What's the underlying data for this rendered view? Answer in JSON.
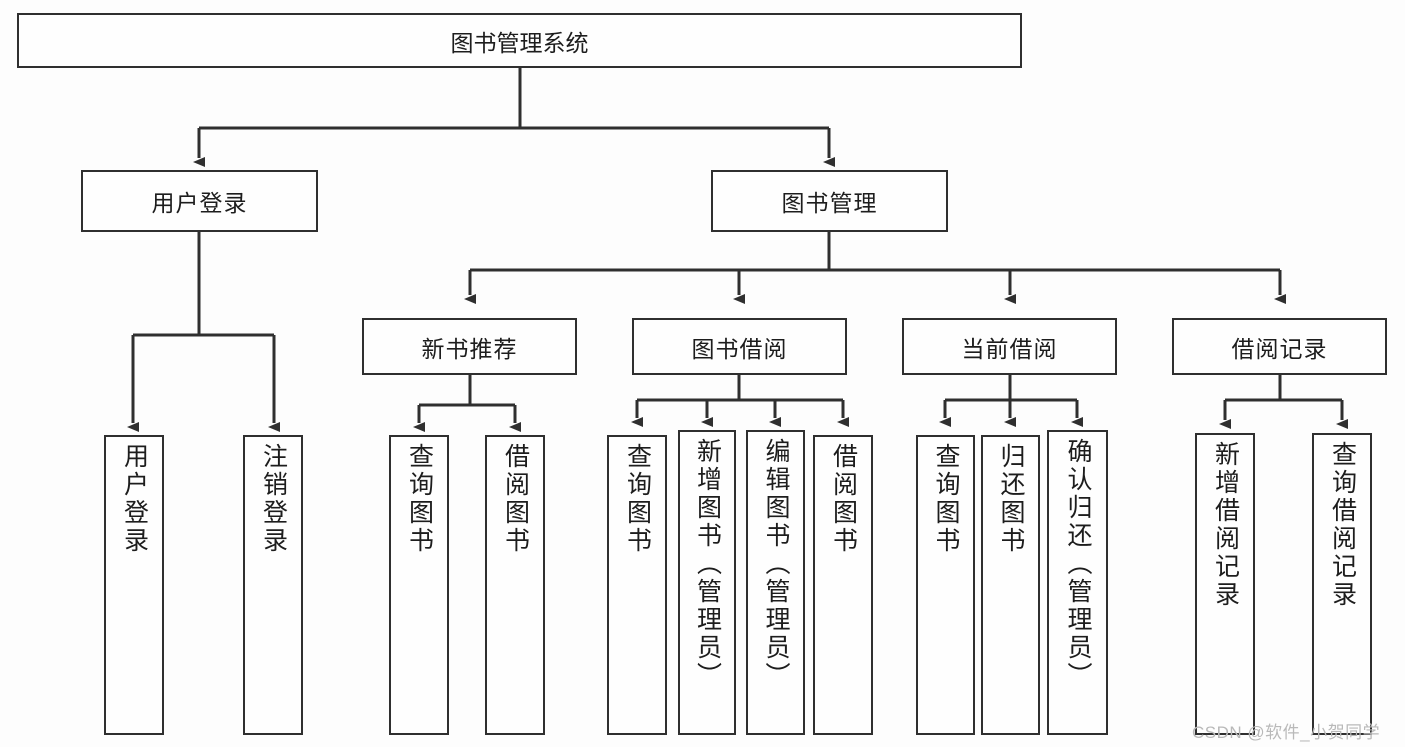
{
  "diagram": {
    "title": "图书管理系统",
    "type": "tree-hierarchy-diagram",
    "colors": {
      "background": "#fdfdfd",
      "node_fill": "#fefefe",
      "node_stroke": "#2f2f2f",
      "edge_stroke": "#2f2f2f",
      "text": "#1d1d1d",
      "watermark": "#b9b9b9"
    },
    "root": {
      "label": "图书管理系统"
    },
    "level1": [
      {
        "label": "用户登录"
      },
      {
        "label": "图书管理"
      }
    ],
    "level2": [
      {
        "label": "新书推荐"
      },
      {
        "label": "图书借阅"
      },
      {
        "label": "当前借阅"
      },
      {
        "label": "借阅记录"
      }
    ],
    "leaves": {
      "user_login": [
        {
          "label": "用户登录"
        },
        {
          "label": "注销登录"
        }
      ],
      "new_book_recommend": [
        {
          "label": "查询图书"
        },
        {
          "label": "借阅图书"
        }
      ],
      "book_borrow": [
        {
          "label": "查询图书"
        },
        {
          "label": "新增图书（管理员）"
        },
        {
          "label": "编辑图书（管理员）"
        },
        {
          "label": "借阅图书"
        }
      ],
      "current_borrow": [
        {
          "label": "查询图书"
        },
        {
          "label": "归还图书"
        },
        {
          "label": "确认归还（管理员）"
        }
      ],
      "borrow_record": [
        {
          "label": "新增借阅记录"
        },
        {
          "label": "查询借阅记录"
        }
      ]
    },
    "watermark": "CSDN @软件_小贺同学"
  }
}
